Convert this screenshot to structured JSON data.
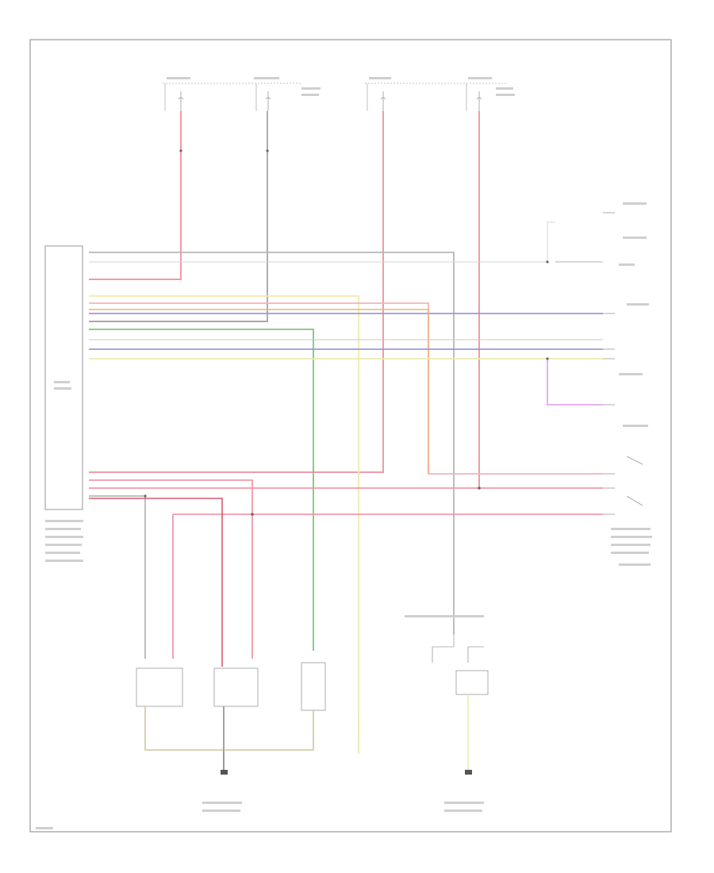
{
  "diagram": {
    "footer_code": "",
    "colors": {
      "red": "#f29aa6",
      "pink_light": "#f8c6cc",
      "gray": "#b7b7b7",
      "dark_gray": "#8a8a8a",
      "yellow": "#eeeab0",
      "olive": "#cfc79a",
      "blue": "#9a9ad8",
      "green": "#82c27f",
      "orange": "#f0b07a",
      "magenta": "#e8a6f0",
      "frame": "#9a9a9a",
      "module": "#c9c9c9"
    },
    "fuse_boxes": [
      {
        "id": "hot-at-all-times-1",
        "fuse": ""
      },
      {
        "id": "hot-in-run-1",
        "fuse": ""
      },
      {
        "id": "hot-at-all-times-2",
        "fuse": ""
      },
      {
        "id": "hot-at-all-times-3",
        "fuse": ""
      }
    ],
    "components": [
      {
        "id": "module",
        "name": ""
      },
      {
        "id": "wiper-switch",
        "name": ""
      },
      {
        "id": "relay-1",
        "name": ""
      },
      {
        "id": "relay-2",
        "name": ""
      },
      {
        "id": "relay-3",
        "name": ""
      },
      {
        "id": "ground-left",
        "name": ""
      },
      {
        "id": "ground-right",
        "name": ""
      }
    ]
  }
}
